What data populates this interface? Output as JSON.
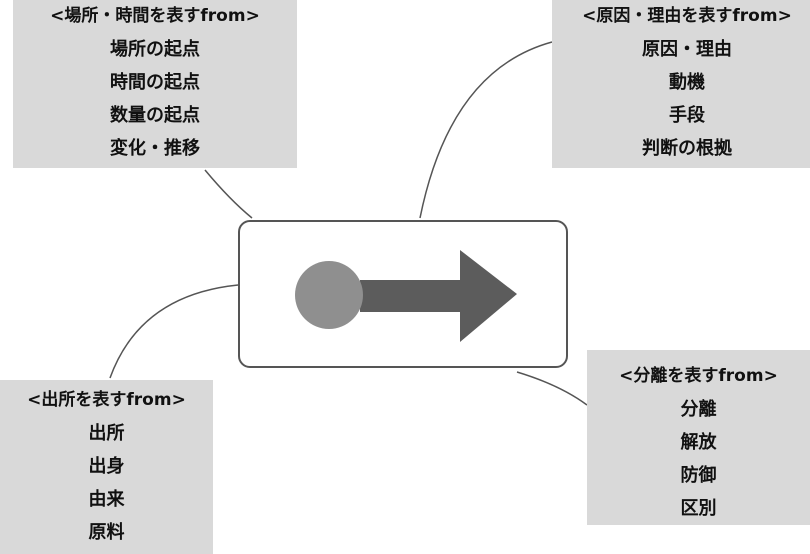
{
  "center": {
    "icon": "from-arrow-icon",
    "circle_color": "#8f8f8f",
    "arrow_color": "#5c5c5c"
  },
  "boxes": {
    "place_time": {
      "title": "<場所・時間を表すfrom>",
      "items": [
        "場所の起点",
        "時間の起点",
        "数量の起点",
        "変化・推移"
      ]
    },
    "cause": {
      "title": "<原因・理由を表すfrom>",
      "items": [
        "原因・理由",
        "動機",
        "手段",
        "判断の根拠"
      ]
    },
    "origin": {
      "title": "<出所を表すfrom>",
      "items": [
        "出所",
        "出身",
        "由来",
        "原料"
      ]
    },
    "separation": {
      "title": "<分離を表すfrom>",
      "items": [
        "分離",
        "解放",
        "防御",
        "区別"
      ]
    }
  }
}
